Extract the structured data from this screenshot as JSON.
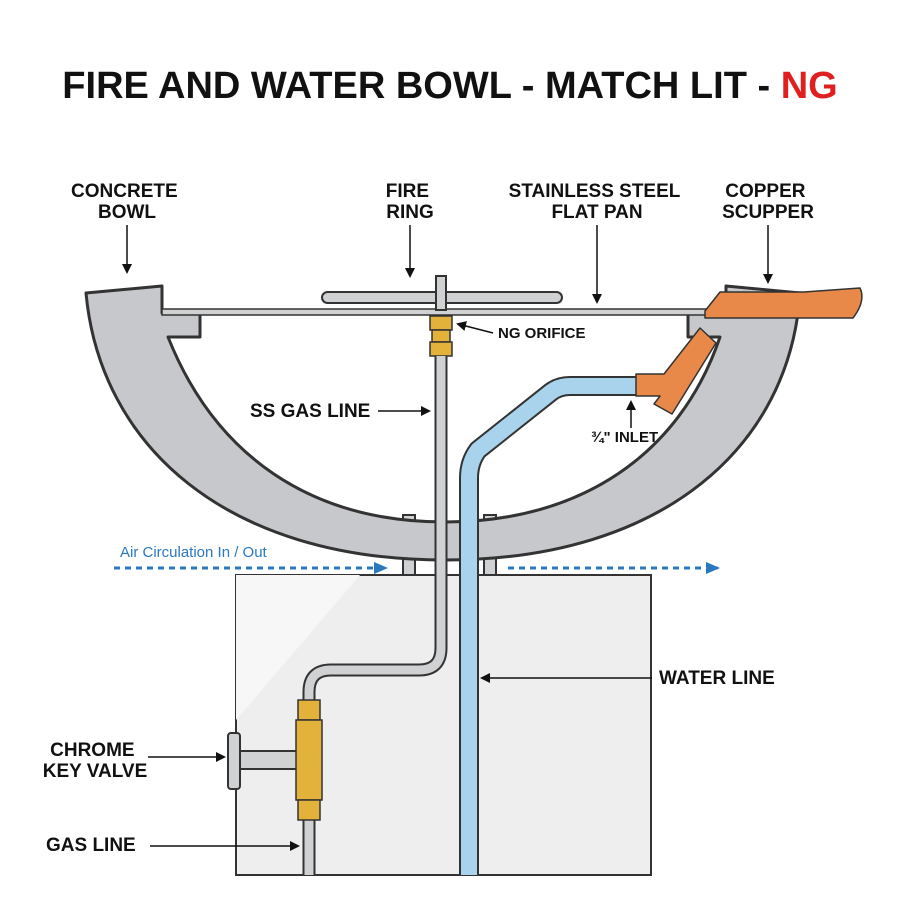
{
  "title": {
    "main": "FIRE AND WATER BOWL - MATCH LIT - ",
    "accent": "NG"
  },
  "labels": {
    "concrete_bowl": [
      "CONCRETE",
      "BOWL"
    ],
    "fire_ring": [
      "FIRE",
      "RING"
    ],
    "flat_pan": [
      "STAINLESS STEEL",
      "FLAT PAN"
    ],
    "copper_scupper": [
      "COPPER",
      "SCUPPER"
    ],
    "ng_orifice": "NG ORIFICE",
    "ss_gas_line": "SS GAS LINE",
    "inlet": "¾\" INLET",
    "air_circulation": "Air Circulation In / Out",
    "water_line": "WATER LINE",
    "chrome_key_valve": [
      "CHROME",
      "KEY VALVE"
    ],
    "gas_line": "GAS LINE"
  },
  "colors": {
    "title": "#111111",
    "accent": "#e02020",
    "concrete": "#c6c8cb",
    "outline": "#333333",
    "pedestal": "#eeeeee",
    "water_pipe": "#a9d3ec",
    "gas_pipe": "#cfd1d3",
    "brass": "#e2b23a",
    "copper": "#e8894a",
    "air_arrow": "#2a79c0"
  }
}
